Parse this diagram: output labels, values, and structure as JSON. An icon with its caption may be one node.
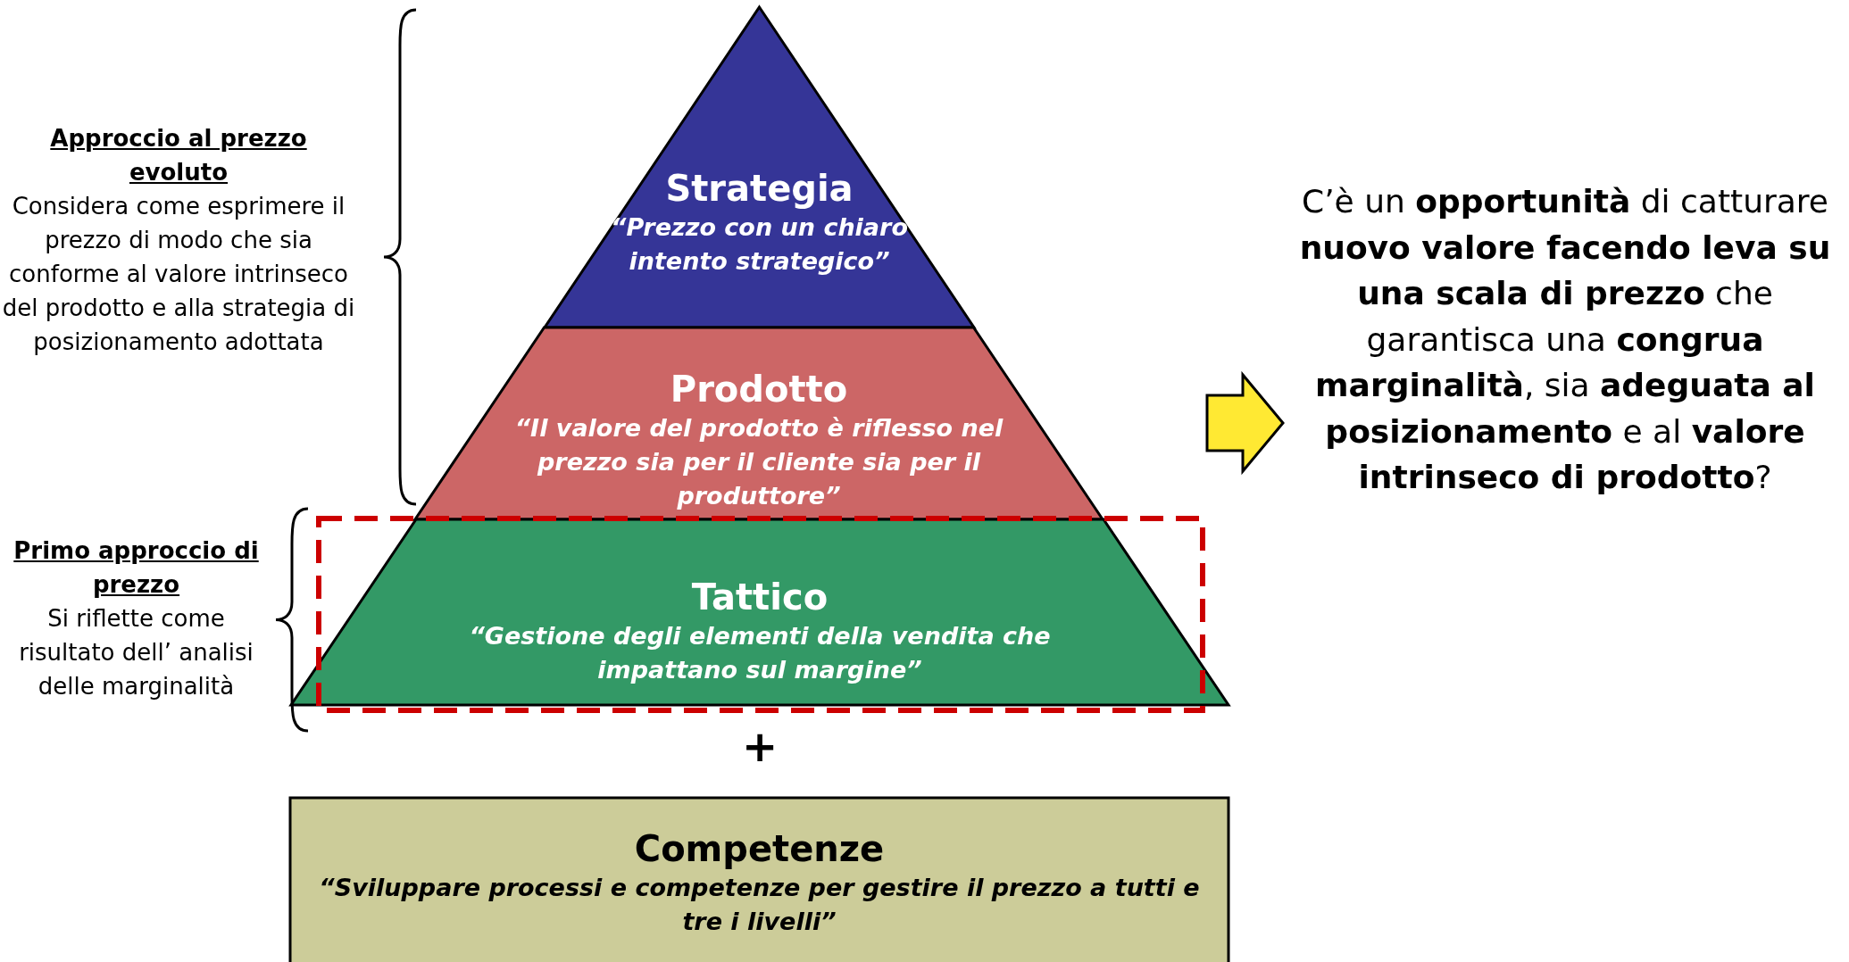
{
  "diagram": {
    "nodes": [
      {
        "text": [
          "Strategia",
          "“Prezzo con un chiaro intento strategico”"
        ]
      },
      {
        "text": [
          "Prodotto",
          "“Il valore del prodotto è riflesso nel prezzo sia per il cliente sia per il produttore”"
        ]
      },
      {
        "text": [
          "Tattico",
          "“Gestione degli elementi della vendita che impattano sul margine”"
        ]
      },
      {
        "text": [
          "Competenze",
          "“Sviluppare processi e competenze per gestire il prezzo a tutti e tre i livelli”"
        ]
      },
      {
        "text": [
          "C’è un **opportunità** di catturare **nuovo valore facendo leva su una scala di prezzo** che garantisca una **congrua marginalità**, sia **adeguata al posizionamento** e al **valore intrinseco di prodotto**?"
        ]
      }
    ],
    "edges": [
      {
        "from": null,
        "to": 4,
        "arrow": "to"
      }
    ],
    "labels": [
      "Approccio al prezzo evoluto",
      "Considera come esprimere il prezzo di modo che sia conforme al valore intrinseco del prodotto e alla strategia di posizionamento adottata",
      "Primo approccio di prezzo",
      "Si riflette come risultato dell’ analisi delle marginalità",
      "+"
    ]
  }
}
